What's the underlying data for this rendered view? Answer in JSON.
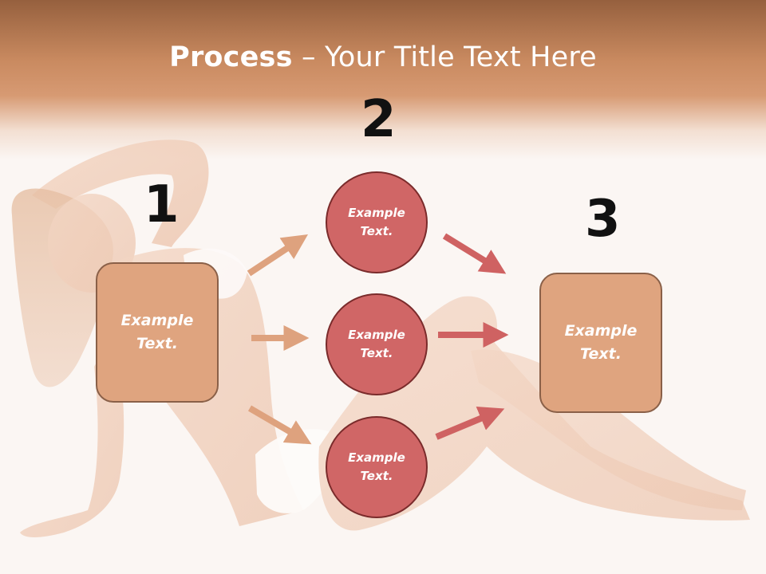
{
  "title": {
    "bold_part": "Process",
    "rest": " – Your Title Text Here"
  },
  "steps": [
    {
      "number": "1",
      "box_text": "Example\nText."
    },
    {
      "number": "2",
      "circles": [
        "Example\nText.",
        "Example\nText.",
        "Example\nText."
      ]
    },
    {
      "number": "3",
      "box_text": "Example\nText."
    }
  ],
  "colors": {
    "header": "#c98a60",
    "box_fill": "#dfa47f",
    "circle_fill": "#d06666",
    "arrow_left": "#dea27e",
    "arrow_right": "#cf6262"
  }
}
